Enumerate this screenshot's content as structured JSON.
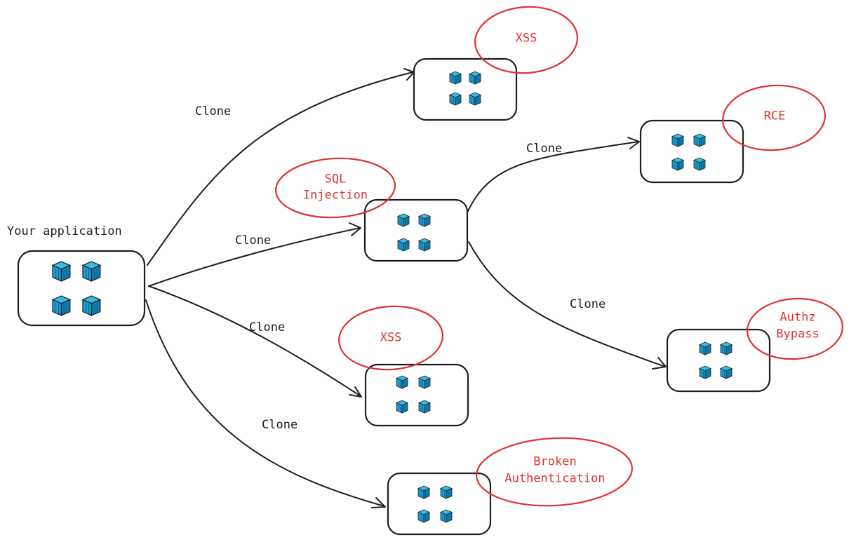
{
  "diagram": {
    "app_label": "Your application",
    "edge_labels": {
      "clone_xss_top": "Clone",
      "clone_sql": "Clone",
      "clone_xss_mid": "Clone",
      "clone_broken": "Clone",
      "clone_rce": "Clone",
      "clone_authz": "Clone"
    },
    "vulnerabilities": {
      "xss_top": "XSS",
      "sql_line1": "SQL",
      "sql_line2": "Injection",
      "xss_mid": "XSS",
      "broken_line1": "Broken",
      "broken_line2": "Authentication",
      "rce": "RCE",
      "authz_line1": "Authz",
      "authz_line2": "Bypass"
    },
    "colors": {
      "stroke": "#1e1e1e",
      "vuln": "#e03131",
      "container_fill": "#1ba1d8",
      "container_dark": "#0f7fae"
    },
    "icon_name": "docker-container-icon"
  }
}
